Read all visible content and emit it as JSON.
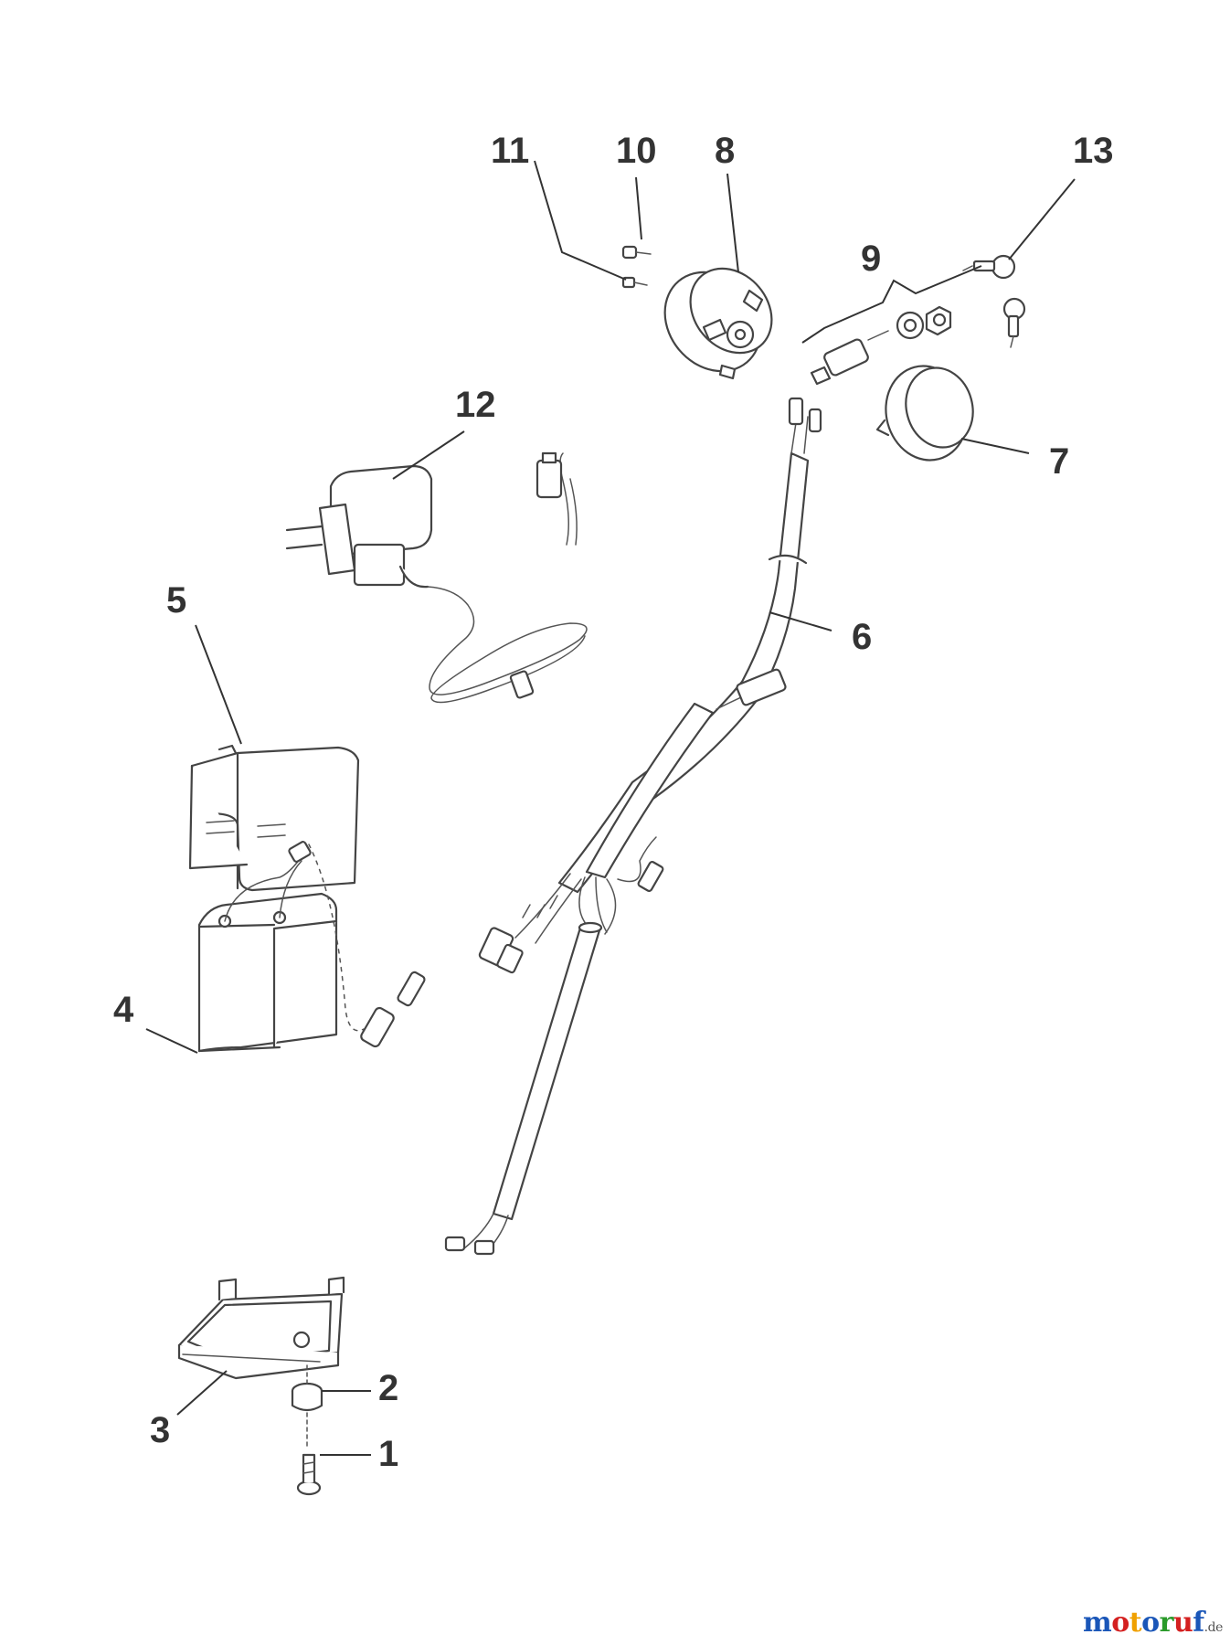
{
  "diagram": {
    "labels": {
      "p1": "1",
      "p2": "2",
      "p3": "3",
      "p4": "4",
      "p5": "5",
      "p6": "6",
      "p7": "7",
      "p8": "8",
      "p9": "9",
      "p10": "10",
      "p11": "11",
      "p12": "12",
      "p13": "13"
    }
  },
  "watermark": {
    "brand": "motoruf",
    "suffix": ".de",
    "colors": [
      "#1a56b8",
      "#d42020",
      "#f0a000",
      "#1a56b8",
      "#2a9a2a",
      "#d42020",
      "#1a56b8"
    ]
  }
}
